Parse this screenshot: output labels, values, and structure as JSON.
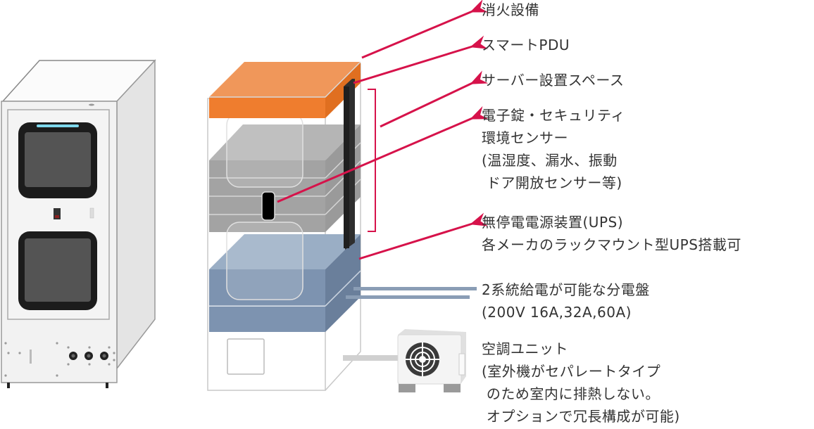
{
  "diagram": {
    "accent_color": "#d6124a",
    "components": [
      {
        "id": "fire",
        "lines": [
          "消火設備"
        ]
      },
      {
        "id": "pdu",
        "lines": [
          "スマートPDU"
        ]
      },
      {
        "id": "server",
        "lines": [
          "サーバー設置スペース"
        ]
      },
      {
        "id": "sensor",
        "lines": [
          "電子錠・セキュリティ",
          "環境センサー",
          "(温湿度、漏水、振動",
          " ドア開放センサー等)"
        ]
      },
      {
        "id": "ups",
        "lines": [
          "無停電電源装置(UPS)",
          "各メーカのラックマウント型UPS搭載可"
        ]
      },
      {
        "id": "panel",
        "lines": [
          "2系統給電が可能な分電盤",
          "(200V 16A,32A,60A)"
        ]
      },
      {
        "id": "aircon",
        "lines": [
          "空調ユニット",
          "(室外機がセパレートタイプ",
          " のため室内に排熱しない。",
          " オプションで冗長構成が可能)"
        ]
      }
    ],
    "colors": {
      "fire_top": "#f0975a",
      "fire_front": "#ef7d2e",
      "server_top": "#b5b5b5",
      "server_front": "#a3a3a3",
      "ups_top": "#9aaec5",
      "ups_front": "#7d93b0",
      "ups_side": "#6a7f9b",
      "pdu": "#2e2e2e",
      "text": "#333333"
    }
  }
}
